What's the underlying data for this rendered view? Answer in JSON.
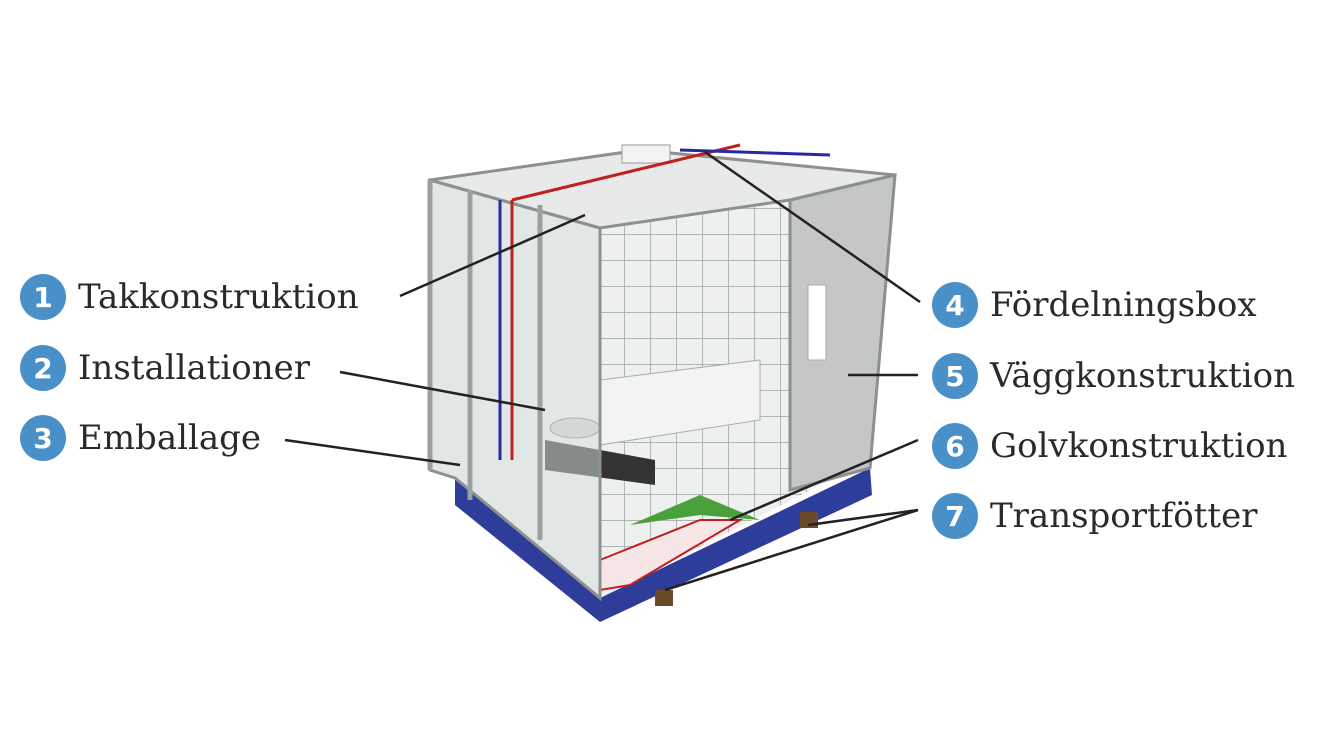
{
  "accent_color": "#4a90c8",
  "labels_left": [
    {
      "num": "1",
      "text": "Takkonstruktion"
    },
    {
      "num": "2",
      "text": "Installationer"
    },
    {
      "num": "3",
      "text": "Emballage"
    }
  ],
  "labels_right": [
    {
      "num": "4",
      "text": "Fördelningsbox"
    },
    {
      "num": "5",
      "text": "Väggkonstruktion"
    },
    {
      "num": "6",
      "text": "Golvkonstruktion"
    },
    {
      "num": "7",
      "text": "Transportfötter"
    }
  ]
}
